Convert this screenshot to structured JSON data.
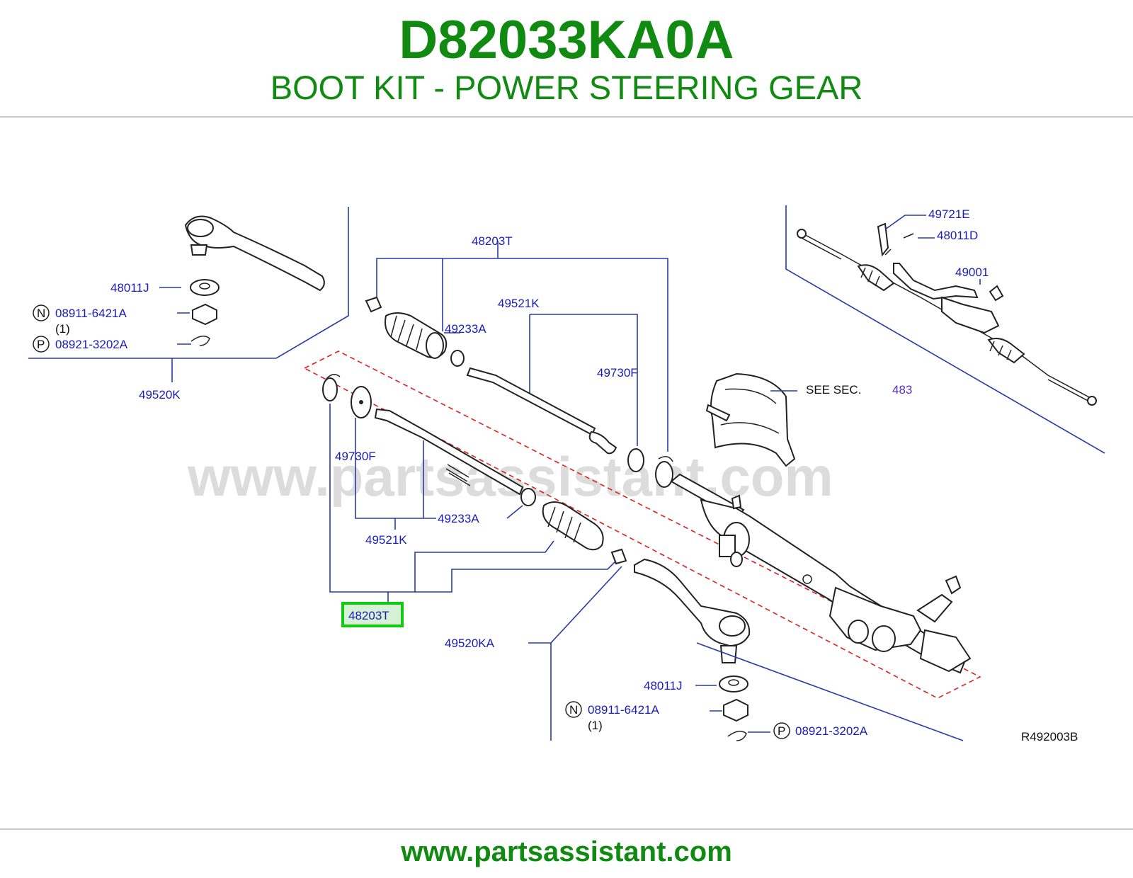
{
  "header": {
    "part_number": "D82033KA0A",
    "part_name": "BOOT KIT - POWER STEERING GEAR"
  },
  "diagram": {
    "watermark": "www.partsassistant.com",
    "reference_code": "R492003B",
    "see_sec_label": "SEE   SEC.",
    "see_sec_number": "483",
    "badges": {
      "n": "N",
      "p": "P"
    },
    "callouts": {
      "tie_rod_end_left": "49520K",
      "tie_rod_end_right": "49520KA",
      "washer": "48011J",
      "nut": "08911-6421A",
      "nut_qty": "(1)",
      "cotter_pin": "08921-3202A",
      "boot_kit": "48203T",
      "boot_kit_highlighted": "48203T",
      "inner_socket": "49521K",
      "lock_washer": "49730F",
      "clamp": "49233A",
      "bracket": "49721E",
      "bolt": "48011D",
      "gear_assembly": "49001"
    }
  },
  "footer": {
    "url": "www.partsassistant.com"
  }
}
